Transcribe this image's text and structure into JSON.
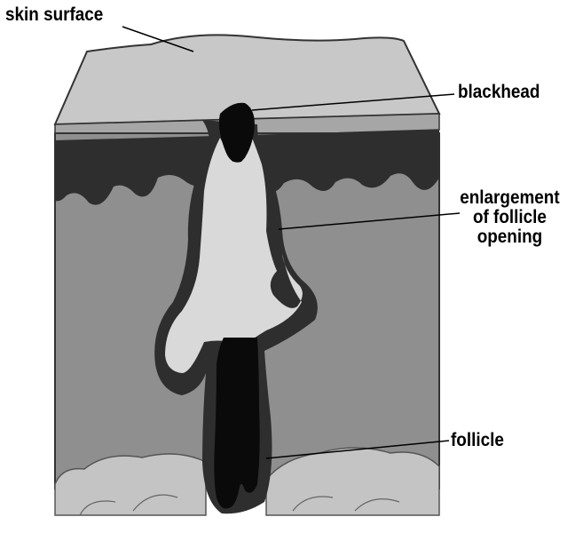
{
  "labels": {
    "skin_surface": "skin surface",
    "blackhead": "blackhead",
    "enlargement_line1": "enlargement",
    "enlargement_line2": "of follicle",
    "enlargement_line3": "opening",
    "follicle": "follicle"
  },
  "colors": {
    "skin_top": "#c8c8c8",
    "epidermis_band": "#a6a6a6",
    "dark_layer": "#2e2e2e",
    "dermis": "#8f8f8f",
    "plug": "#d9d9d9",
    "follicle": "#0a0a0a",
    "fat": "#c4c4c4"
  }
}
